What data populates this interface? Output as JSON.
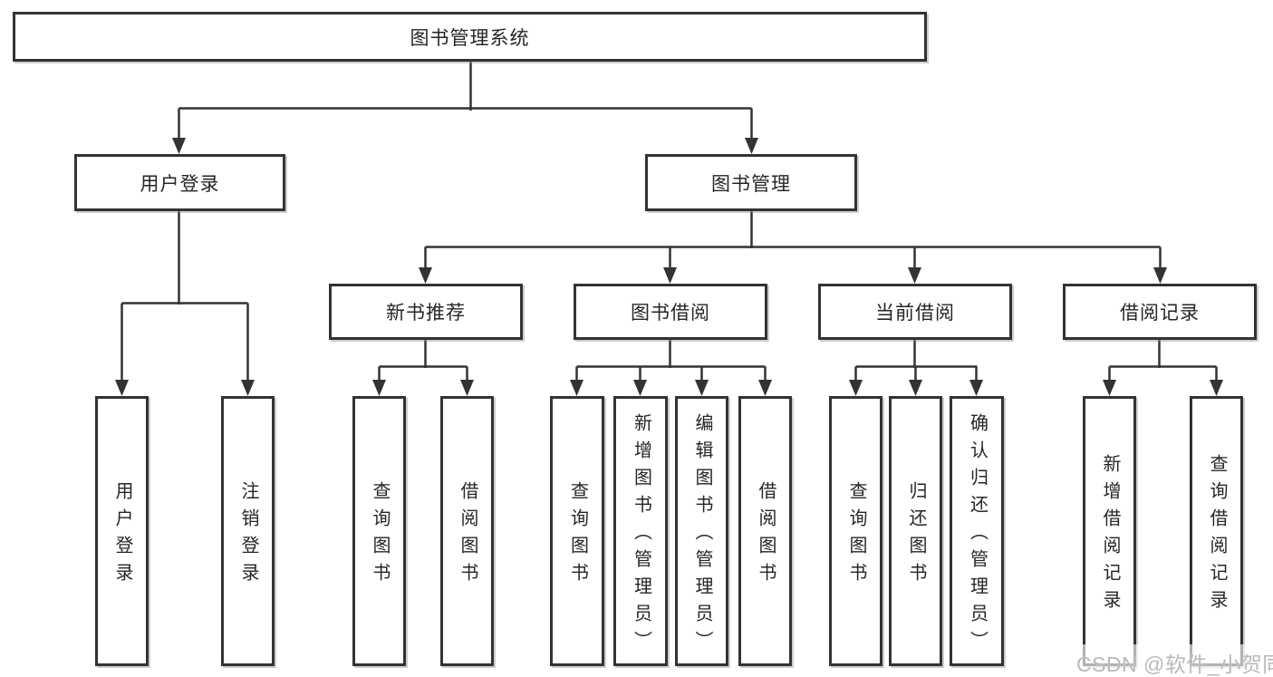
{
  "tree": {
    "label": "图书管理系统",
    "children": [
      {
        "label": "用户登录",
        "children": [
          {
            "label": "用户登录"
          },
          {
            "label": "注销登录"
          }
        ]
      },
      {
        "label": "图书管理",
        "children": [
          {
            "label": "新书推荐",
            "children": [
              {
                "label": "查询图书"
              },
              {
                "label": "借阅图书"
              }
            ]
          },
          {
            "label": "图书借阅",
            "children": [
              {
                "label": "查询图书"
              },
              {
                "label": "新增图书（管理员）"
              },
              {
                "label": "编辑图书（管理员）"
              },
              {
                "label": "借阅图书"
              }
            ]
          },
          {
            "label": "当前借阅",
            "children": [
              {
                "label": "查询图书"
              },
              {
                "label": "归还图书"
              },
              {
                "label": "确认归还（管理员）"
              }
            ]
          },
          {
            "label": "借阅记录",
            "children": [
              {
                "label": "新增借阅记录"
              },
              {
                "label": "查询借阅记录"
              }
            ]
          }
        ]
      }
    ]
  },
  "watermark": {
    "text": "CSDN @软件_小贺同学"
  },
  "colors": {
    "line": "#333333",
    "box_border": "#333333",
    "text": "#262626",
    "watermark": "#b9b9b9",
    "background": "#ffffff"
  }
}
